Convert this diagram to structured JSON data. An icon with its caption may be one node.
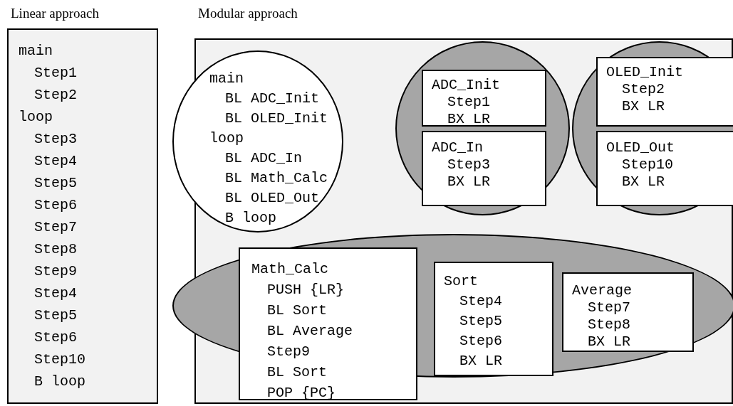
{
  "diagram": {
    "nodes": [
      {
        "text": [
          "Linear approach",
          "main",
          "Step1",
          "Step2",
          "loop",
          "Step3",
          "Step4",
          "Step5",
          "Step6",
          "Step7",
          "Step8",
          "Step9",
          "Step4",
          "Step5",
          "Step6",
          "Step10",
          "B loop"
        ]
      },
      {
        "text": [
          "Modular approach"
        ]
      },
      {
        "text": [
          "main",
          "BL ADC_Init",
          "BL OLED_Init",
          "loop",
          "BL ADC_In",
          "BL Math_Calc",
          "BL OLED_Out",
          "B loop"
        ],
        "in": 1
      },
      {
        "text": [],
        "shape": "circle",
        "in": 1
      },
      {
        "text": [
          "ADC_Init",
          "Step1",
          "BX LR"
        ],
        "in": 3
      },
      {
        "text": [
          "ADC_In",
          "Step3",
          "BX LR"
        ],
        "in": 3
      },
      {
        "text": [],
        "shape": "circle",
        "in": 1
      },
      {
        "text": [
          "OLED_Init",
          "Step2",
          "BX LR"
        ],
        "in": 6
      },
      {
        "text": [
          "OLED_Out",
          "Step10",
          "BX LR"
        ],
        "in": 6
      },
      {
        "text": [],
        "shape": "ellipse",
        "in": 1
      },
      {
        "text": [
          "Math_Calc",
          "PUSH {LR}",
          "BL Sort",
          "BL Average",
          "Step9",
          "BL Sort",
          "POP {PC}"
        ],
        "in": 1
      },
      {
        "text": [
          "Sort",
          "Step4",
          "Step5",
          "Step6",
          "BX LR"
        ],
        "in": 9
      },
      {
        "text": [
          "Average",
          "Step7",
          "Step8",
          "BX LR"
        ],
        "in": 9
      }
    ],
    "edges": []
  }
}
